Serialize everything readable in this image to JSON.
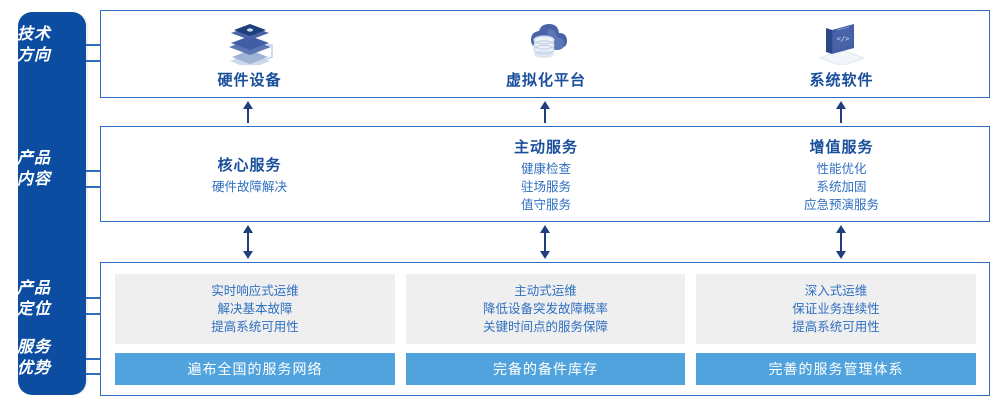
{
  "rail": {
    "items": [
      {
        "label": "技术\n方向",
        "name": "rail-label-tech-direction"
      },
      {
        "label": "产品\n内容",
        "name": "rail-label-product-content"
      },
      {
        "label": "产品\n定位",
        "name": "rail-label-product-positioning"
      },
      {
        "label": "服务\n优势",
        "name": "rail-label-service-advantage"
      }
    ],
    "color": "#0d4da1"
  },
  "tech_direction": {
    "columns": [
      {
        "title": "硬件设备",
        "icon": "server-stack-icon"
      },
      {
        "title": "虚拟化平台",
        "icon": "cloud-database-icon"
      },
      {
        "title": "系统软件",
        "icon": "laptop-code-icon"
      }
    ]
  },
  "product_content": {
    "columns": [
      {
        "title": "核心服务",
        "items": [
          "硬件故障解决"
        ]
      },
      {
        "title": "主动服务",
        "items": [
          "健康检查",
          "驻场服务",
          "值守服务"
        ]
      },
      {
        "title": "增值服务",
        "items": [
          "性能优化",
          "系统加固",
          "应急预演服务"
        ]
      }
    ]
  },
  "product_positioning": {
    "columns": [
      {
        "lines": [
          "实时响应式运维",
          "解决基本故障",
          "提高系统可用性"
        ]
      },
      {
        "lines": [
          "主动式运维",
          "降低设备突发故障概率",
          "关键时间点的服务保障"
        ]
      },
      {
        "lines": [
          "深入式运维",
          "保证业务连续性",
          "提高系统可用性"
        ]
      }
    ]
  },
  "service_advantage": {
    "bars": [
      {
        "label": "遍布全国的服务网络"
      },
      {
        "label": "完备的备件库存"
      },
      {
        "label": "完善的服务管理体系"
      }
    ],
    "color": "#51a3dd"
  },
  "colors": {
    "rail_blue": "#0d4da1",
    "border_blue": "#2f6fc0",
    "title_blue": "#1a4f9c",
    "text_blue": "#2f6fc0",
    "card_gray": "#efefef",
    "bar_blue": "#51a3dd",
    "arrow_blue": "#1f3f7a"
  },
  "arrows": {
    "tech_to_content": "arrow-up",
    "content_to_bottom": "arrow-up-down"
  }
}
